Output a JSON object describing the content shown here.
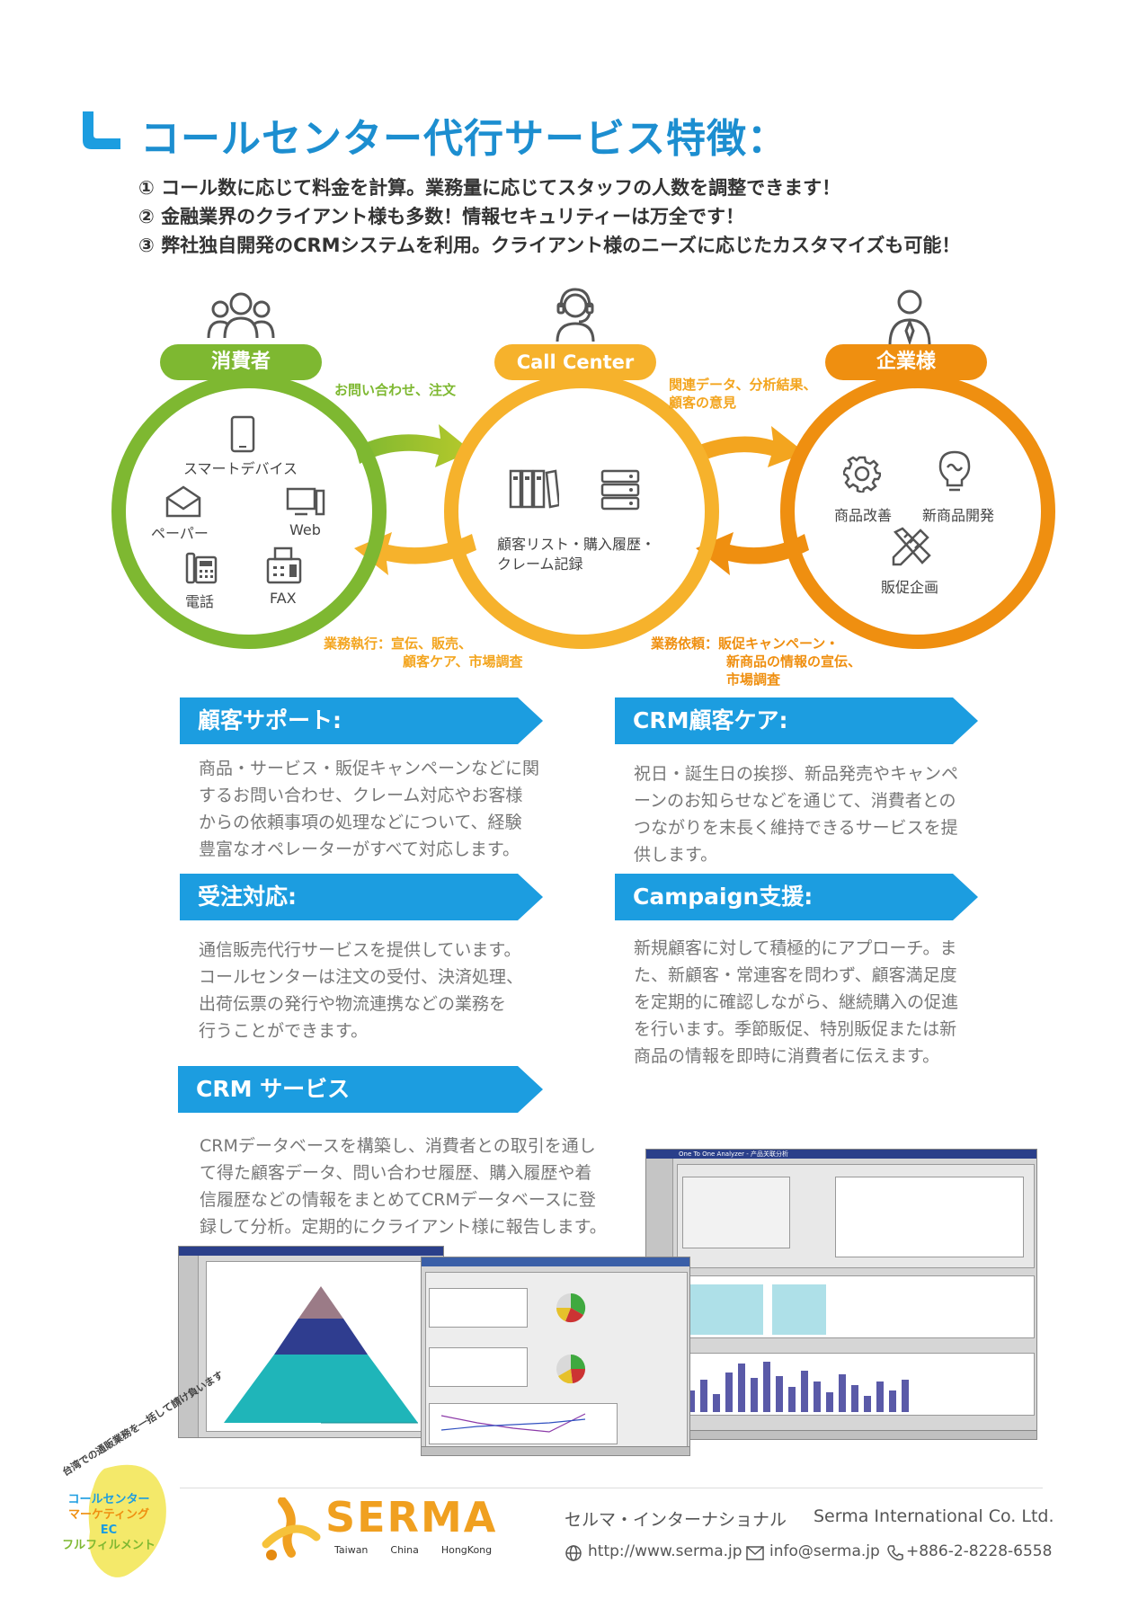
{
  "header": {
    "title": "コールセンター代行サービス特徴：",
    "features": [
      "① コール数に応じて料金を計算。業務量に応じてスタッフの人数を調整できます！",
      "② 金融業界のクライアント様も多数！情報セキュリティーは万全です！",
      "③ 弊社独自開発のCRMシステムを利用。クライアント様のニーズに応じたカスタマイズも可能！"
    ]
  },
  "diagram": {
    "consumer": {
      "label": "消費者",
      "channels": [
        "スマートデバイス",
        "ペーパー",
        "Web",
        "電話",
        "FAX"
      ]
    },
    "callcenter": {
      "label": "Call Center",
      "records_line1": "顧客リスト・購入履歴・",
      "records_line2": "クレーム記録"
    },
    "company": {
      "label": "企業様",
      "items": [
        "商品改善",
        "新商品開発",
        "販促企画"
      ]
    },
    "flows": {
      "inquiry": "お問い合わせ、注文",
      "data_line1": "関連データ、分析結果、",
      "data_line2": "顧客の意見",
      "exec_line1": "業務執行：宣伝、販売、",
      "exec_line2": "顧客ケア、市場調査",
      "request_line1": "業務依頼：販促キャンペーン・",
      "request_line2": "新商品の情報の宣伝、",
      "request_line3": "市場調査"
    },
    "colors": {
      "green": "#7eb831",
      "yellow": "#f6b22c",
      "orange": "#ef8f10"
    }
  },
  "sections": {
    "support": {
      "title": "顧客サポート:",
      "lines": [
        "商品・サービス・販促キャンペーンなどに関",
        "するお問い合わせ、クレーム対応やお客様",
        "からの依頼事項の処理などについて、経験",
        "豊富なオペレーターがすべて対応します。"
      ]
    },
    "crm_care": {
      "title": "CRM顧客ケア:",
      "lines": [
        "祝日・誕生日の挨拶、新品発売やキャンペ",
        "ーンのお知らせなどを通じて、消費者との",
        "つながりを末長く維持できるサービスを提",
        "供します。"
      ]
    },
    "orders": {
      "title": "受注対応:",
      "lines": [
        "通信販売代行サービスを提供しています。",
        "コールセンターは注文の受付、決済処理、",
        "出荷伝票の発行や物流連携などの業務を",
        "行うことができます。"
      ]
    },
    "campaign": {
      "title": "Campaign支援:",
      "lines": [
        "新規顧客に対して積極的にアプローチ。ま",
        "た、新顧客・常連客を問わず、顧客満足度",
        "を定期的に確認しながら、継続購入の促進",
        "を行います。季節販促、特別販促または新",
        "商品の情報を即時に消費者に伝えます。"
      ]
    },
    "crm_service": {
      "title": "CRM サービス",
      "lines": [
        "CRMデータベースを構築し、消費者との取引を通し",
        "て得た顧客データ、問い合わせ履歴、購入履歴や着",
        "信履歴などの情報をまとめてCRMデータベースに登",
        "録して分析。定期的にクライアント様に報告します。"
      ]
    },
    "banner_color": "#1c9de0"
  },
  "screenshots": {
    "window_title": "One To One Analyzer - 产品关联分析"
  },
  "footer": {
    "badge_arc": "台湾での通販業務を一括して請け負います",
    "badge_lines": [
      "コールセンター",
      "マーケティング",
      "EC",
      "フルフィルメント"
    ],
    "logo_text": "SERMA",
    "logo_regions": [
      "Taiwan",
      "China",
      "HongKong"
    ],
    "company_jp": "セルマ・インターナショナル",
    "company_en": "Serma International Co. Ltd.",
    "website": "http://www.serma.jp",
    "email": "info@serma.jp",
    "phone": "+886-2-8228-6558"
  }
}
